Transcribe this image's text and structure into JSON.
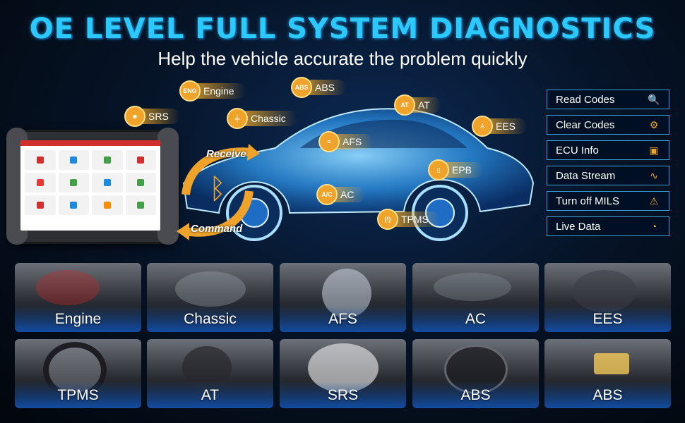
{
  "headline": "OE LEVEL FULL SYSTEM DIAGNOSTICS",
  "subline": "Help the vehicle accurate the problem quickly",
  "arrows": {
    "receive": "Receive",
    "command": "Command"
  },
  "systems": [
    {
      "label": "Engine",
      "icon": "ENG"
    },
    {
      "label": "ABS",
      "icon": "ABS"
    },
    {
      "label": "SRS",
      "icon": ""
    },
    {
      "label": "Chassic",
      "icon": ""
    },
    {
      "label": "AT",
      "icon": "AT"
    },
    {
      "label": "EES",
      "icon": ""
    },
    {
      "label": "AFS",
      "icon": ""
    },
    {
      "label": "EPB",
      "icon": ""
    },
    {
      "label": "AC",
      "icon": "A/C"
    },
    {
      "label": "TPMS",
      "icon": ""
    }
  ],
  "features": [
    {
      "label": "Read Codes",
      "icon": "car-search-icon"
    },
    {
      "label": "Clear Codes",
      "icon": "car-gear-icon"
    },
    {
      "label": "ECU Info",
      "icon": "chip-icon"
    },
    {
      "label": "Data Stream",
      "icon": "waveform-icon"
    },
    {
      "label": "Turn off MILS",
      "icon": "engine-light-icon"
    },
    {
      "label": "Live Data",
      "icon": "chart-icon"
    }
  ],
  "thumbnails": [
    "Engine",
    "Chassic",
    "AFS",
    "AC",
    "EES",
    "TPMS",
    "AT",
    "SRS",
    "ABS",
    "ABS"
  ],
  "colors": {
    "accent": "#2bc9ff",
    "tag": "#f0a32a",
    "border": "#3aa0d8"
  }
}
